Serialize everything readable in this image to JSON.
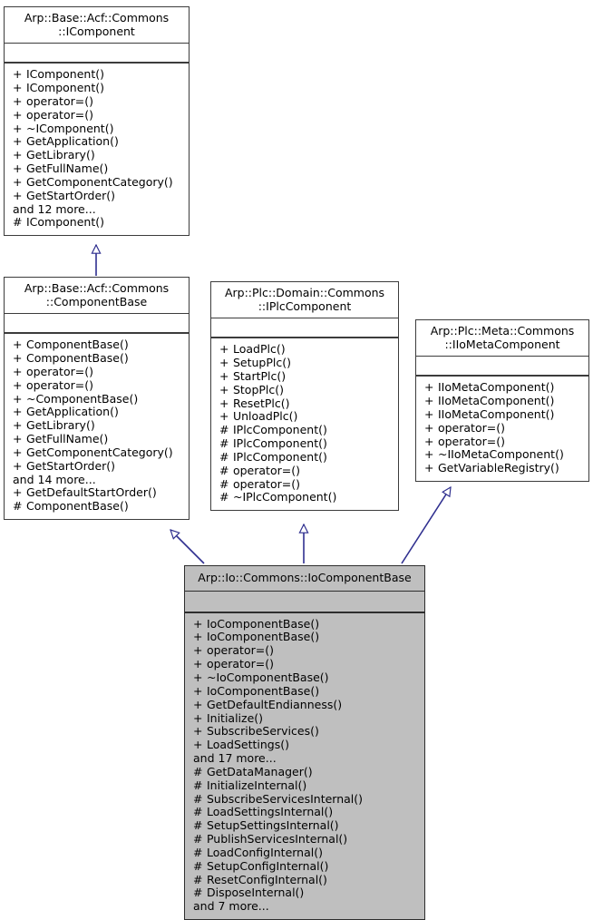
{
  "diagram": {
    "kind": "uml-class-inheritance-diagram",
    "background_color": "#ffffff",
    "box_border_color": "#3c3c3c",
    "box_fill_color": "#ffffff",
    "highlight_fill_color": "#bfbfbf",
    "arrow_color": "#2f2f8f",
    "classes": [
      {
        "id": "icomponent",
        "title": "Arp::Base::Acf::Commons\n::IComponent",
        "highlighted": false,
        "attributes": [],
        "operations": [
          {
            "vis": "+",
            "name": "IComponent()"
          },
          {
            "vis": "+",
            "name": "IComponent()"
          },
          {
            "vis": "+",
            "name": "operator=()"
          },
          {
            "vis": "+",
            "name": "operator=()"
          },
          {
            "vis": "+",
            "name": "~IComponent()"
          },
          {
            "vis": "+",
            "name": "GetApplication()"
          },
          {
            "vis": "+",
            "name": "GetLibrary()"
          },
          {
            "vis": "+",
            "name": "GetFullName()"
          },
          {
            "vis": "+",
            "name": "GetComponentCategory()"
          },
          {
            "vis": "+",
            "name": "GetStartOrder()"
          },
          {
            "vis": "",
            "name": "and 12 more..."
          },
          {
            "vis": "#",
            "name": "IComponent()"
          }
        ]
      },
      {
        "id": "componentbase",
        "title": "Arp::Base::Acf::Commons\n::ComponentBase",
        "highlighted": false,
        "attributes": [],
        "operations": [
          {
            "vis": "+",
            "name": "ComponentBase()"
          },
          {
            "vis": "+",
            "name": "ComponentBase()"
          },
          {
            "vis": "+",
            "name": "operator=()"
          },
          {
            "vis": "+",
            "name": "operator=()"
          },
          {
            "vis": "+",
            "name": "~ComponentBase()"
          },
          {
            "vis": "+",
            "name": "GetApplication()"
          },
          {
            "vis": "+",
            "name": "GetLibrary()"
          },
          {
            "vis": "+",
            "name": "GetFullName()"
          },
          {
            "vis": "+",
            "name": "GetComponentCategory()"
          },
          {
            "vis": "+",
            "name": "GetStartOrder()"
          },
          {
            "vis": "",
            "name": "and 14 more..."
          },
          {
            "vis": "+",
            "name": "GetDefaultStartOrder()"
          },
          {
            "vis": "#",
            "name": "ComponentBase()"
          }
        ]
      },
      {
        "id": "iplccomponent",
        "title": "Arp::Plc::Domain::Commons\n::IPlcComponent",
        "highlighted": false,
        "attributes": [],
        "operations": [
          {
            "vis": "+",
            "name": "LoadPlc()"
          },
          {
            "vis": "+",
            "name": "SetupPlc()"
          },
          {
            "vis": "+",
            "name": "StartPlc()"
          },
          {
            "vis": "+",
            "name": "StopPlc()"
          },
          {
            "vis": "+",
            "name": "ResetPlc()"
          },
          {
            "vis": "+",
            "name": "UnloadPlc()"
          },
          {
            "vis": "#",
            "name": "IPlcComponent()"
          },
          {
            "vis": "#",
            "name": "IPlcComponent()"
          },
          {
            "vis": "#",
            "name": "IPlcComponent()"
          },
          {
            "vis": "#",
            "name": "operator=()"
          },
          {
            "vis": "#",
            "name": "operator=()"
          },
          {
            "vis": "#",
            "name": "~IPlcComponent()"
          }
        ]
      },
      {
        "id": "iiometacomponent",
        "title": "Arp::Plc::Meta::Commons\n::IIoMetaComponent",
        "highlighted": false,
        "attributes": [],
        "operations": [
          {
            "vis": "+",
            "name": "IIoMetaComponent()"
          },
          {
            "vis": "+",
            "name": "IIoMetaComponent()"
          },
          {
            "vis": "+",
            "name": "IIoMetaComponent()"
          },
          {
            "vis": "+",
            "name": "operator=()"
          },
          {
            "vis": "+",
            "name": "operator=()"
          },
          {
            "vis": "+",
            "name": "~IIoMetaComponent()"
          },
          {
            "vis": "+",
            "name": "GetVariableRegistry()"
          }
        ]
      },
      {
        "id": "iocomponentbase",
        "title": "Arp::Io::Commons::IoComponentBase",
        "highlighted": true,
        "attributes": [],
        "operations": [
          {
            "vis": "+",
            "name": "IoComponentBase()"
          },
          {
            "vis": "+",
            "name": "IoComponentBase()"
          },
          {
            "vis": "+",
            "name": "operator=()"
          },
          {
            "vis": "+",
            "name": "operator=()"
          },
          {
            "vis": "+",
            "name": "~IoComponentBase()"
          },
          {
            "vis": "+",
            "name": "IoComponentBase()"
          },
          {
            "vis": "+",
            "name": "GetDefaultEndianness()"
          },
          {
            "vis": "+",
            "name": "Initialize()"
          },
          {
            "vis": "+",
            "name": "SubscribeServices()"
          },
          {
            "vis": "+",
            "name": "LoadSettings()"
          },
          {
            "vis": "",
            "name": "and 17 more..."
          },
          {
            "vis": "#",
            "name": "GetDataManager()"
          },
          {
            "vis": "#",
            "name": "InitializeInternal()"
          },
          {
            "vis": "#",
            "name": "SubscribeServicesInternal()"
          },
          {
            "vis": "#",
            "name": "LoadSettingsInternal()"
          },
          {
            "vis": "#",
            "name": "SetupSettingsInternal()"
          },
          {
            "vis": "#",
            "name": "PublishServicesInternal()"
          },
          {
            "vis": "#",
            "name": "LoadConfigInternal()"
          },
          {
            "vis": "#",
            "name": "SetupConfigInternal()"
          },
          {
            "vis": "#",
            "name": "ResetConfigInternal()"
          },
          {
            "vis": "#",
            "name": "DisposeInternal()"
          },
          {
            "vis": "",
            "name": "and 7 more..."
          }
        ]
      }
    ],
    "inheritance_edges": [
      {
        "from": "componentbase",
        "to": "icomponent"
      },
      {
        "from": "iocomponentbase",
        "to": "componentbase"
      },
      {
        "from": "iocomponentbase",
        "to": "iplccomponent"
      },
      {
        "from": "iocomponentbase",
        "to": "iiometacomponent"
      }
    ]
  }
}
